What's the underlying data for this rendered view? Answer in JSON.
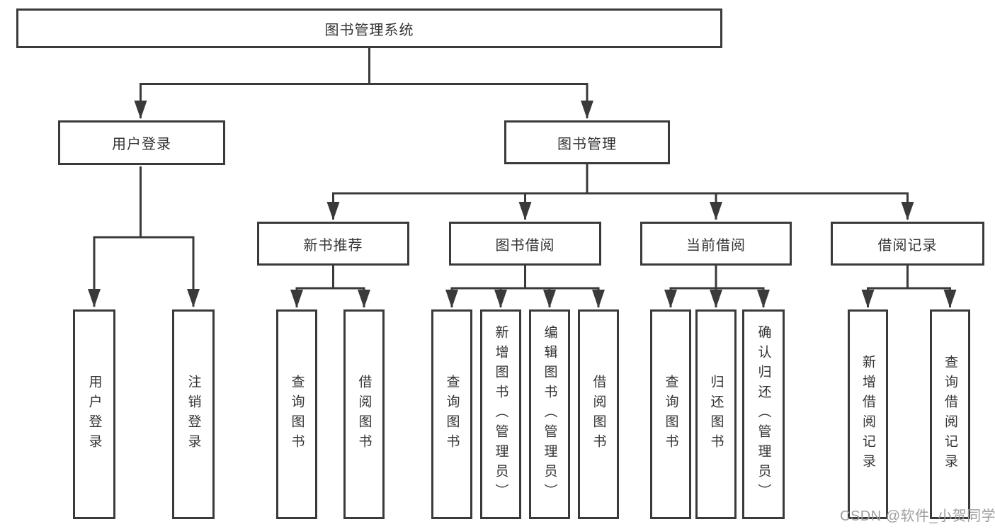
{
  "diagram_title": "图书管理系统",
  "tree": {
    "label": "图书管理系统",
    "children": [
      {
        "label": "用户登录",
        "children": [
          {
            "label": "用户登录"
          },
          {
            "label": "注销登录"
          }
        ]
      },
      {
        "label": "图书管理",
        "children": [
          {
            "label": "新书推荐",
            "children": [
              {
                "label": "查询图书"
              },
              {
                "label": "借阅图书"
              }
            ]
          },
          {
            "label": "图书借阅",
            "children": [
              {
                "label": "查询图书"
              },
              {
                "label": "新增图书（管理员）"
              },
              {
                "label": "编辑图书（管理员）"
              },
              {
                "label": "借阅图书"
              }
            ]
          },
          {
            "label": "当前借阅",
            "children": [
              {
                "label": "查询图书"
              },
              {
                "label": "归还图书"
              },
              {
                "label": "确认归还（管理员）"
              }
            ]
          },
          {
            "label": "借阅记录",
            "children": [
              {
                "label": "新增借阅记录"
              },
              {
                "label": "查询借阅记录"
              }
            ]
          }
        ]
      }
    ]
  },
  "watermark": {
    "text": "CSDN @软件_小贺同学"
  },
  "colors": {
    "line": "#3a3a3a",
    "box_border": "#3a3a3a",
    "box_fill": "#ffffff",
    "text": "#333333",
    "watermark": "#9e9e9e",
    "background": "#ffffff"
  }
}
